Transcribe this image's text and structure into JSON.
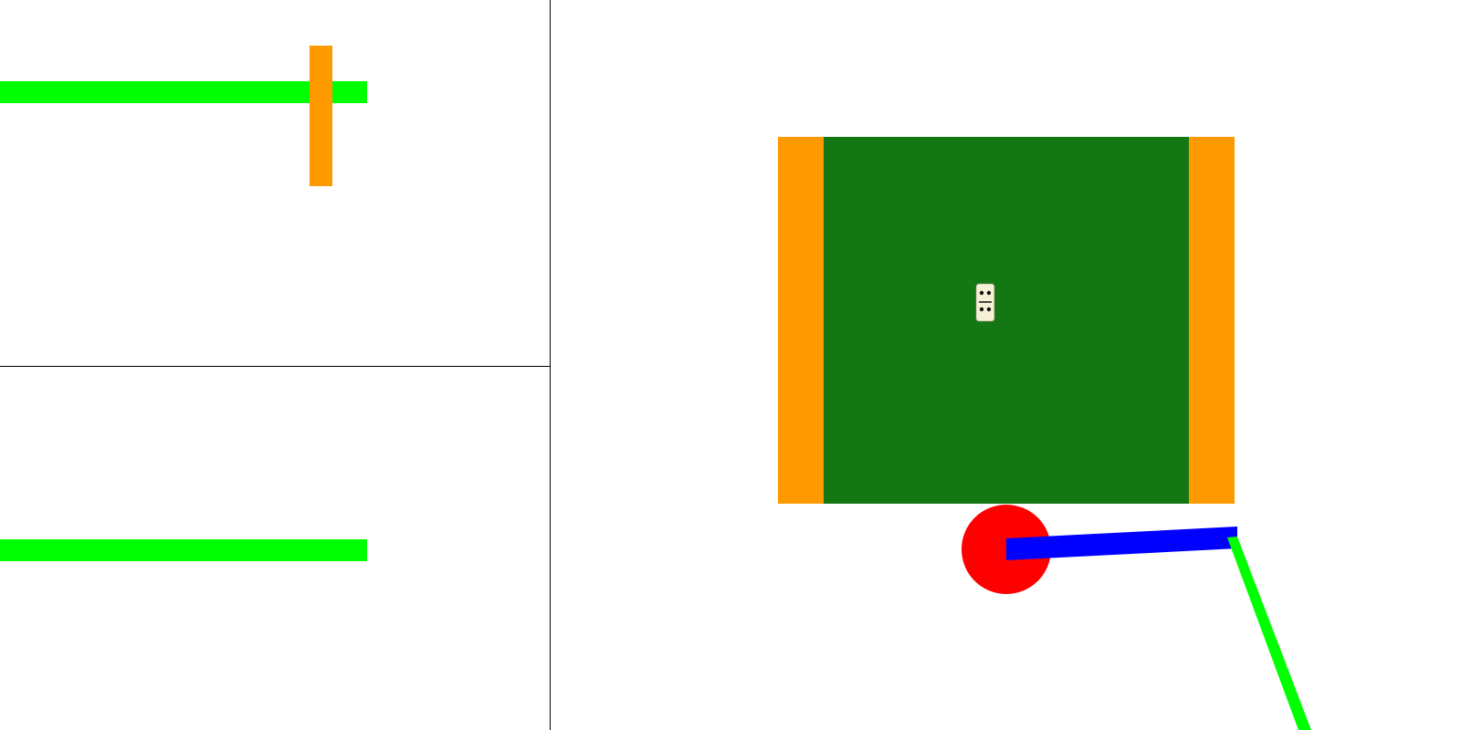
{
  "colors": {
    "background": "#ffffff",
    "divider": "#000000",
    "arm_link_green": "#00ff00",
    "arm_link_blue": "#0000ff",
    "gripper_orange": "#ff9900",
    "table_green": "#137714",
    "base_red": "#ff0000",
    "domino_face": "#f5f0d6",
    "domino_pip": "#111111"
  },
  "views": [
    {
      "name": "side-view",
      "objects": [
        "arm-link-green",
        "gripper-orange"
      ]
    },
    {
      "name": "front-view",
      "objects": [
        "arm-link-green"
      ]
    },
    {
      "name": "top-view",
      "objects": [
        "table",
        "domino",
        "arm-base",
        "arm-link-blue",
        "arm-link-green"
      ]
    }
  ],
  "domino": {
    "top_pips": 2,
    "bottom_pips": 2
  }
}
